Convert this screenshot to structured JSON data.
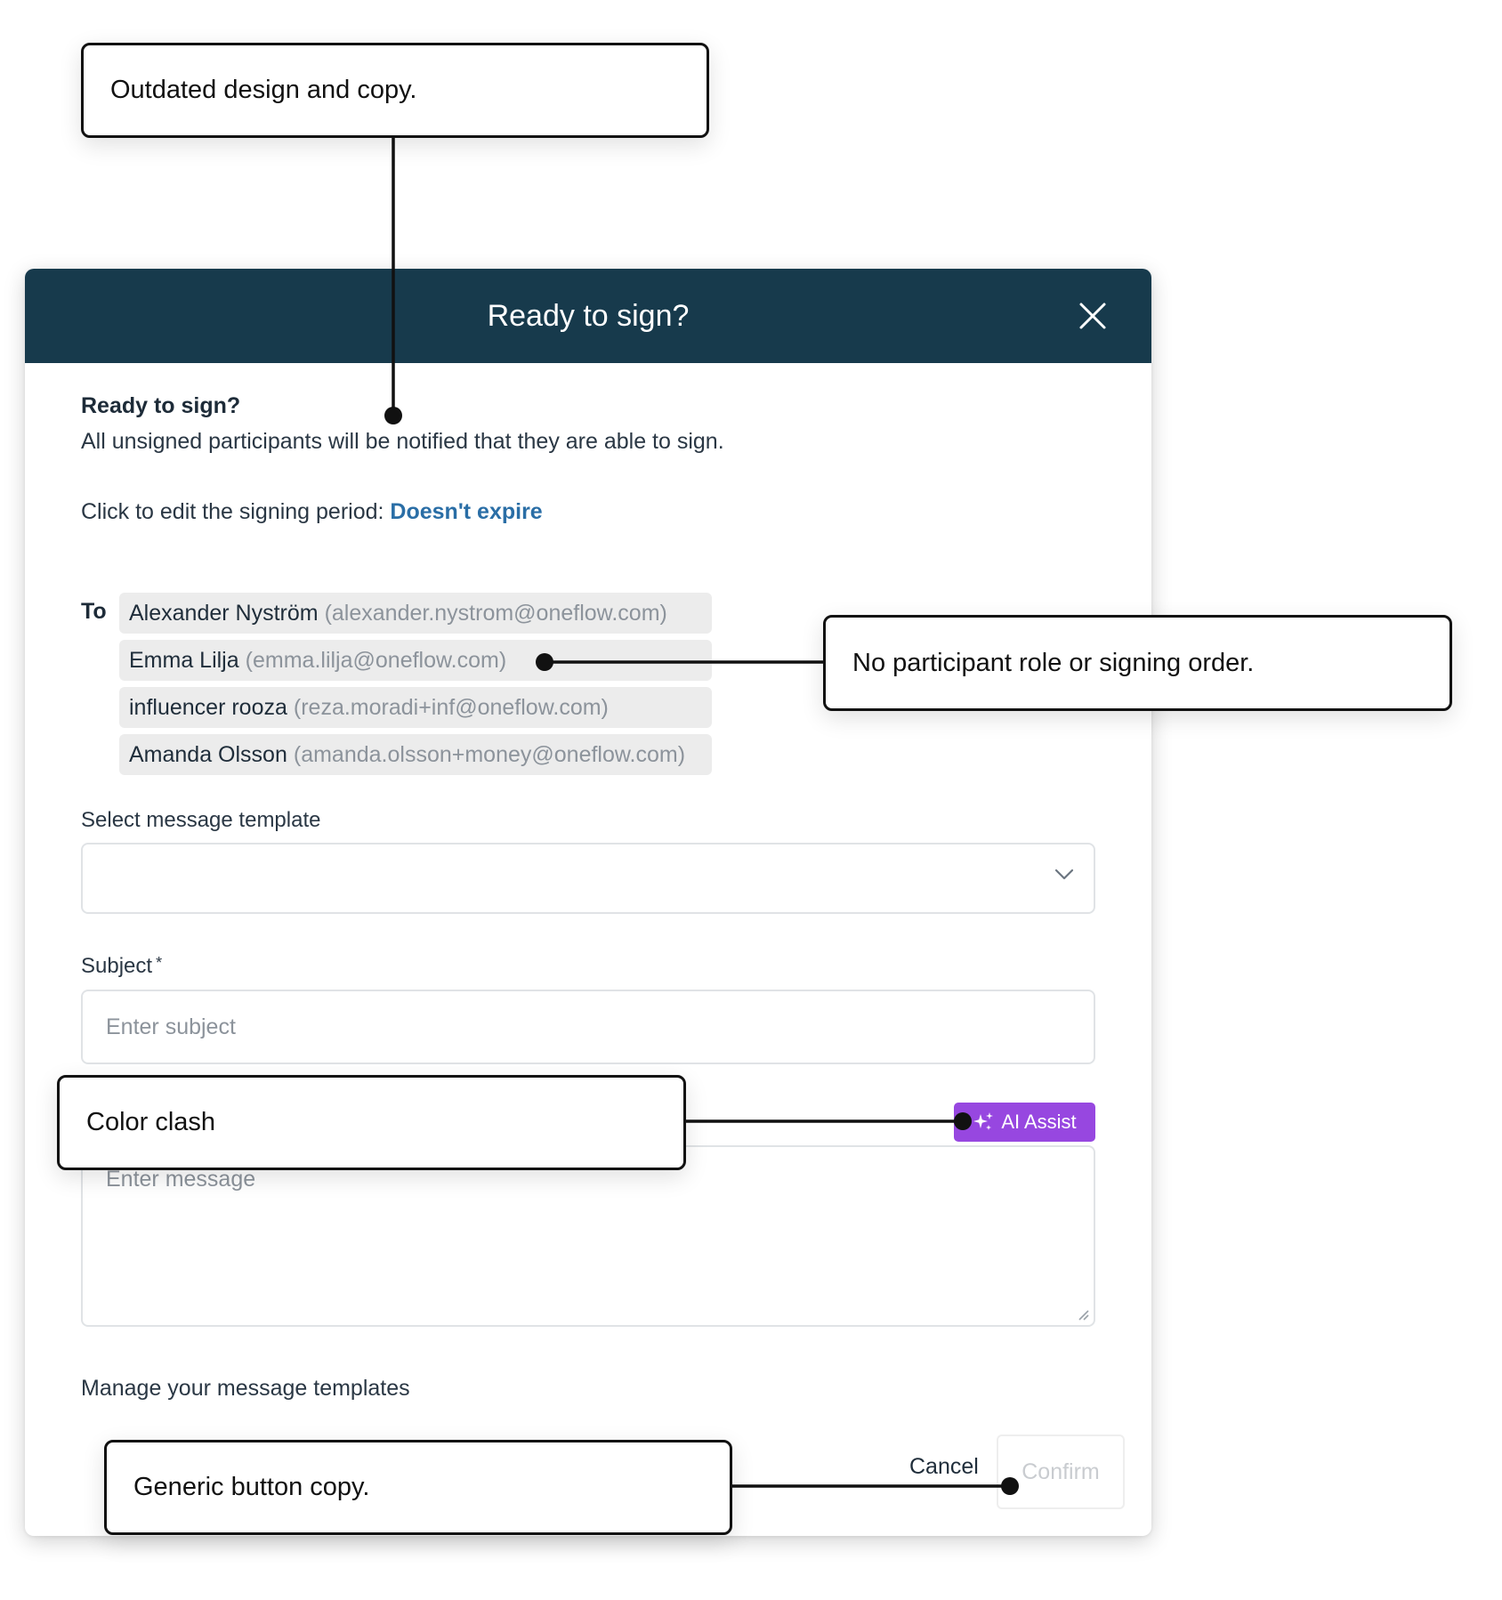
{
  "modal": {
    "title": "Ready to sign?",
    "heading": "Ready to sign?",
    "description": "All unsigned participants will be notified that they are able to sign.",
    "signing_period_label": "Click to edit the signing period:",
    "signing_period_value": "Doesn't expire",
    "to_label": "To",
    "recipients": [
      {
        "name": "Alexander Nyström",
        "email": "(alexander.nystrom@oneflow.com)"
      },
      {
        "name": "Emma Lilja",
        "email": "(emma.lilja@oneflow.com)"
      },
      {
        "name": "influencer rooza",
        "email": "(reza.moradi+inf@oneflow.com)"
      },
      {
        "name": "Amanda Olsson",
        "email": "(amanda.olsson+money@oneflow.com)"
      }
    ],
    "template_label": "Select message template",
    "template_value": "",
    "subject_label": "Subject",
    "subject_required_mark": "*",
    "subject_placeholder": "Enter subject",
    "ai_assist_label": "AI Assist",
    "message_placeholder": "Enter message",
    "manage_templates_label": "Manage your message templates",
    "cancel_label": "Cancel",
    "confirm_label": "Confirm"
  },
  "callouts": {
    "outdated": "Outdated design and copy.",
    "participant": "No participant role or signing order.",
    "color_clash": "Color clash",
    "button_copy": "Generic button copy."
  },
  "colors": {
    "header_bg": "#173a4c",
    "link": "#2a6ea6",
    "ai_assist_bg": "#9747e0",
    "recipient_bg": "#ececec"
  },
  "icons": {
    "close": "close-icon",
    "chevron": "chevron-down-icon",
    "sparkle": "sparkle-icon",
    "resize": "resize-handle-icon"
  }
}
